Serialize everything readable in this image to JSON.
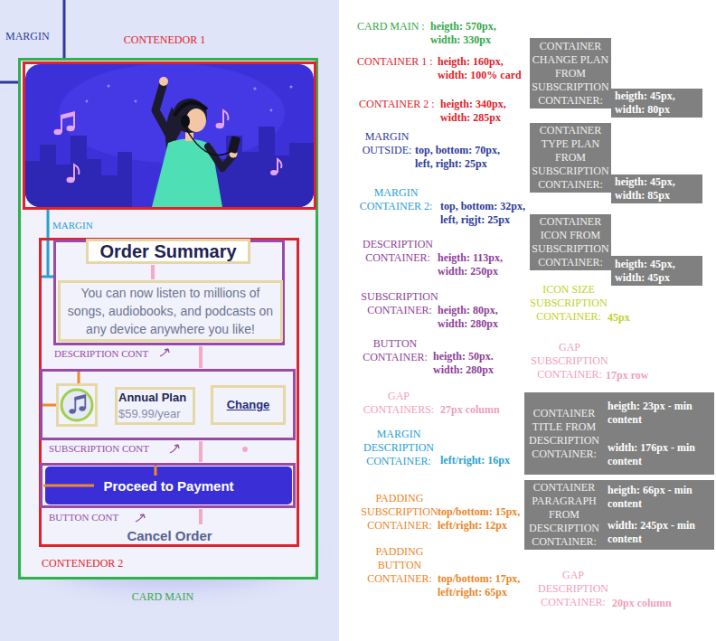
{
  "diagram": {
    "nodes": [
      {
        "text": [
          "CARD MAIN"
        ]
      },
      {
        "text": [
          "CONTENEDOR 1"
        ],
        "in": 0
      },
      {
        "text": [
          "Cancel Order",
          "CONTENEDOR 2"
        ],
        "in": 0
      },
      {
        "text": [
          "DESCRIPTION CONT"
        ],
        "in": 2
      },
      {
        "text": [
          "Order Summary"
        ],
        "in": 3
      },
      {
        "text": [
          "You can now listen to millions of songs, audiobooks, and podcasts on any device anywhere you like!"
        ],
        "in": 3
      },
      {
        "text": [
          "SUBSCRIPTION CONT"
        ],
        "in": 2
      },
      {
        "text": [
          "Annual Plan",
          "$59.99/year"
        ],
        "in": 6
      },
      {
        "text": [
          "Change"
        ],
        "in": 6
      },
      {
        "text": [
          "BUTTON CONT"
        ],
        "in": 2
      },
      {
        "text": [
          "Proceed to Payment"
        ],
        "in": 9
      },
      {
        "text": [
          "CONTAINER CHANGE PLAN FROM SUBSCRIPTION CONTAINER:",
          "heigth: 45px, width: 80px"
        ]
      },
      {
        "text": [
          "CONTAINER TYPE PLAN FROM SUBSCRIPTION CONTAINER:",
          "heigth: 45px, width: 85px"
        ]
      },
      {
        "text": [
          "CONTAINER ICON FROM SUBSCRIPTION CONTAINER:",
          "heigth: 45px, width: 45px"
        ]
      },
      {
        "text": [
          "CONTAINER TITLE FROM DESCRIPTION CONTAINER:",
          "heigth: 23px - min content",
          "width: 176px - min content"
        ]
      },
      {
        "text": [
          "CONTAINER PARAGRAPH FROM DESCRIPTION CONTAINER:",
          "heigth: 66px - min content",
          "width: 245px - min content"
        ]
      }
    ],
    "labels": [
      "MARGIN",
      "MARGIN",
      "CARD MAIN :",
      "heigth: 570px, width: 330px",
      "CONTAINER 1 :",
      "heigth: 160px, width: 100% card",
      "CONTAINER 2 :",
      "heigth: 340px, width: 285px",
      "MARGIN OUTSIDE:",
      "top, bottom: 70px, left, right: 25px",
      "MARGIN CONTAINER 2:",
      "top, bottom: 32px, left, rigjt: 25px",
      "DESCRIPTION CONTAINER:",
      "heigth: 113px, width: 250px",
      "SUBSCRIPTION CONTAINER:",
      "heigth: 80px, width: 280px",
      "BUTTON CONTAINER:",
      "heigth: 50px. width: 280px",
      "GAP CONTAINERS:",
      "27px column",
      "MARGIN DESCRIPTION CONTAINER:",
      "left/right: 16px",
      "PADDING SUBSCRIPTION CONTAINER:",
      "top/bottom: 15px, left/right: 12px",
      "PADDING BUTTON CONTAINER:",
      "top/bottom: 17px, left/right: 65px",
      "ICON SIZE SUBSCRIPTION CONTAINER:",
      "45px",
      "GAP SUBSCRIPTION CONTAINER:",
      "17px row",
      "GAP DESCRIPTION CONTAINER:",
      "20px column"
    ]
  }
}
